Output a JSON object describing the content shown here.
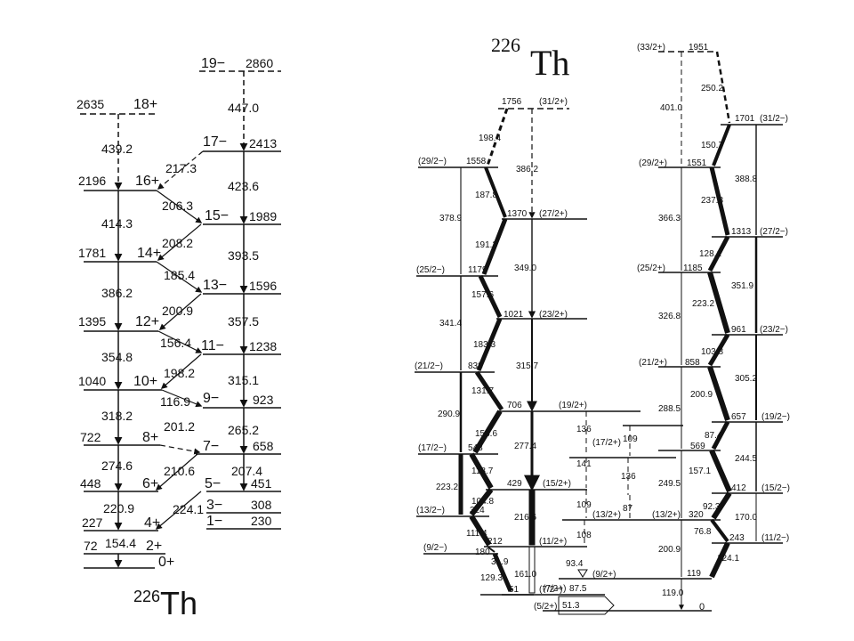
{
  "left_scheme": {
    "label_nucleus_mass": "226",
    "label_nucleus_symbol": "Th",
    "positive_band": [
      {
        "energy": "0",
        "spin": "0+"
      },
      {
        "energy": "72",
        "spin": "2+"
      },
      {
        "energy": "227",
        "spin": "4+"
      },
      {
        "energy": "448",
        "spin": "6+"
      },
      {
        "energy": "722",
        "spin": "8+"
      },
      {
        "energy": "1040",
        "spin": "10+"
      },
      {
        "energy": "1395",
        "spin": "12+"
      },
      {
        "energy": "1781",
        "spin": "14+"
      },
      {
        "energy": "2196",
        "spin": "16+"
      },
      {
        "energy": "2635",
        "spin": "18+"
      }
    ],
    "positive_transitions": [
      "154.4",
      "220.9",
      "274.6",
      "318.2",
      "354.8",
      "386.2",
      "414.3",
      "439.2"
    ],
    "negative_band": [
      {
        "energy": "230",
        "spin": "1−"
      },
      {
        "energy": "308",
        "spin": "3−"
      },
      {
        "energy": "451",
        "spin": "5−"
      },
      {
        "energy": "658",
        "spin": "7−"
      },
      {
        "energy": "923",
        "spin": "9−"
      },
      {
        "energy": "1238",
        "spin": "11−"
      },
      {
        "energy": "1596",
        "spin": "13−"
      },
      {
        "energy": "1989",
        "spin": "15−"
      },
      {
        "energy": "2413",
        "spin": "17−"
      },
      {
        "energy": "2860",
        "spin": "19−"
      }
    ],
    "negative_transitions": [
      "207.4",
      "265.2",
      "315.1",
      "357.5",
      "393.5",
      "423.6",
      "447.0"
    ],
    "interband_transitions": [
      "224.1",
      "210.6",
      "201.2",
      "116.9",
      "198.2",
      "156.4",
      "200.9",
      "185.4",
      "208.2",
      "206.3",
      "217.3"
    ]
  },
  "right_scheme": {
    "label_nucleus_mass": "226",
    "label_nucleus_symbol": "Th",
    "band_a_levels": [
      {
        "energy": "51",
        "spin": "(7/2+)"
      },
      {
        "energy": "212",
        "spin": "(11/2+)"
      },
      {
        "energy": "429",
        "spin": "(15/2+)"
      },
      {
        "energy": "706",
        "spin": "(19/2+)"
      },
      {
        "energy": "1021",
        "spin": "(23/2+)"
      },
      {
        "energy": "1370",
        "spin": "(27/2+)"
      },
      {
        "energy": "1756",
        "spin": "(31/2+)"
      }
    ],
    "band_a_transitions": [
      "161.0",
      "216.6",
      "277.4",
      "315.7",
      "349.0",
      "386.2"
    ],
    "band_b_levels": [
      {
        "energy": "180",
        "spin": "(9/2−)"
      },
      {
        "energy": "324",
        "spin": "(13/2−)"
      },
      {
        "energy": "548",
        "spin": "(17/2−)"
      },
      {
        "energy": "838",
        "spin": "(21/2−)"
      },
      {
        "energy": "1179",
        "spin": "(25/2−)"
      },
      {
        "energy": "1558",
        "spin": "(29/2−)"
      }
    ],
    "band_b_transitions": [
      "223.2",
      "290.9",
      "341.4",
      "378.9"
    ],
    "zigzag_a_transitions": [
      "129.3",
      "31.9",
      "111.4",
      "104.8",
      "118.7",
      "158.6",
      "131.7",
      "183.3",
      "157.6",
      "191.3",
      "187.8",
      "198.4"
    ],
    "ground_levels": [
      {
        "energy": "0",
        "spin": ""
      },
      {
        "energy": "51.3",
        "spin": "(5/2+)"
      },
      {
        "energy": "87.5",
        "spin": "(7/2+)"
      },
      {
        "energy": "93.4",
        "spin": ""
      },
      {
        "energy": "119",
        "spin": "(9/2+)"
      }
    ],
    "ground_transition": "119.0",
    "middle_transitions": [
      "108",
      "109",
      "141",
      "136",
      "136",
      "109",
      "87"
    ],
    "middle_levels": [
      {
        "energy": "(13/2+)"
      },
      {
        "energy": "(17/2+)"
      }
    ],
    "band_c_levels": [
      {
        "energy": "320",
        "spin": "(13/2+)"
      },
      {
        "energy": "569",
        "spin": ""
      },
      {
        "energy": "858",
        "spin": "(21/2+)"
      },
      {
        "energy": "1185",
        "spin": "(25/2+)"
      },
      {
        "energy": "1551",
        "spin": "(29/2+)"
      },
      {
        "energy": "1951",
        "spin": "(33/2+)"
      }
    ],
    "band_c_transitions": [
      "200.9",
      "249.5",
      "288.5",
      "326.8",
      "366.3",
      "401.0"
    ],
    "band_d_levels": [
      {
        "energy": "243",
        "spin": "(11/2−)"
      },
      {
        "energy": "412",
        "spin": "(15/2−)"
      },
      {
        "energy": "657",
        "spin": "(19/2−)"
      },
      {
        "energy": "961",
        "spin": "(23/2−)"
      },
      {
        "energy": "1313",
        "spin": "(27/2−)"
      },
      {
        "energy": "1701",
        "spin": "(31/2−)"
      }
    ],
    "band_d_transitions": [
      "170.0",
      "244.5",
      "305.2",
      "351.9",
      "388.8"
    ],
    "zigzag_c_transitions": [
      "124.1",
      "76.8",
      "92.3",
      "157.1",
      "87.4",
      "200.9",
      "103.8",
      "223.2",
      "128.1",
      "237.8",
      "150.7",
      "250.2"
    ]
  }
}
